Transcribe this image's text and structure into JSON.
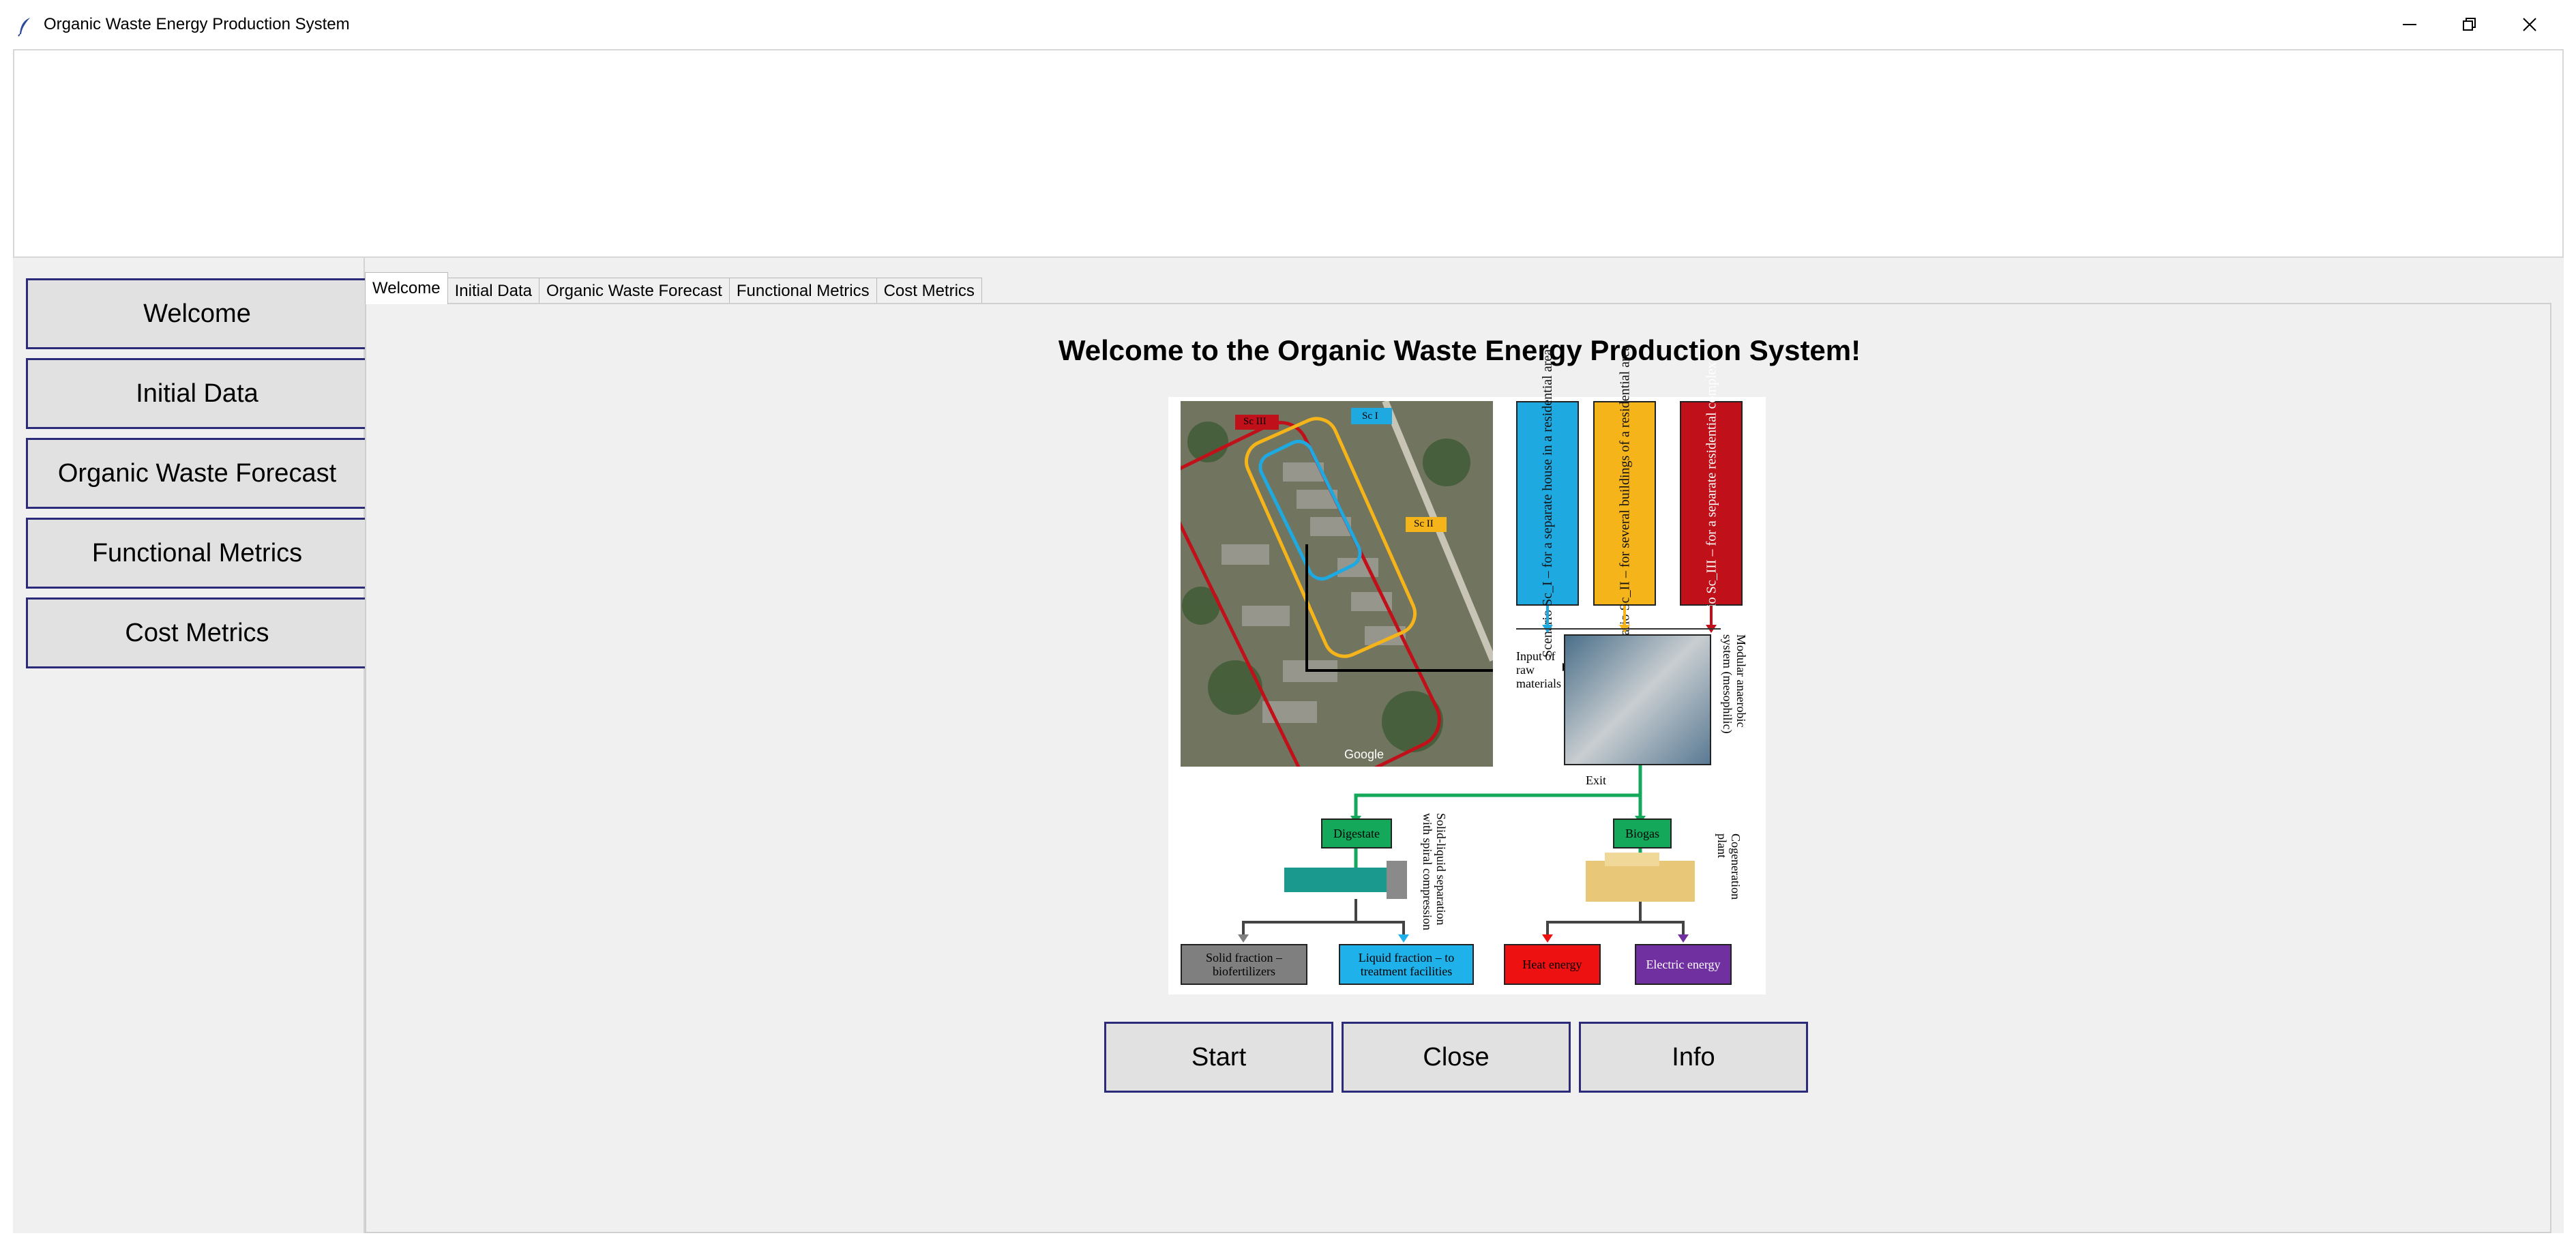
{
  "window": {
    "title": "Organic Waste Energy Production System",
    "controls": [
      "minimize-icon",
      "restore-icon",
      "close-icon"
    ]
  },
  "sidebar": {
    "items": [
      {
        "label": "Welcome"
      },
      {
        "label": "Initial Data"
      },
      {
        "label": "Organic Waste Forecast"
      },
      {
        "label": "Functional Metrics"
      },
      {
        "label": "Cost Metrics"
      }
    ]
  },
  "tabs": [
    {
      "label": "Welcome",
      "active": true
    },
    {
      "label": "Initial Data",
      "active": false
    },
    {
      "label": "Organic Waste Forecast",
      "active": false
    },
    {
      "label": "Functional Metrics",
      "active": false
    },
    {
      "label": "Cost Metrics",
      "active": false
    }
  ],
  "welcome": {
    "heading": "Welcome to the Organic Waste Energy Production System!",
    "diagram": {
      "map_tags": [
        "Sc III",
        "Sc I",
        "Sc II"
      ],
      "map_credit": "Google",
      "scenarios": [
        {
          "text": "Scenario Sc_I – for a separate house in a residential area",
          "color": "#1fa9e1"
        },
        {
          "text": "Scenario Sc_II – for several buildings of a residential area",
          "color": "#f5b41a"
        },
        {
          "text": "Scenario Sc_III – for a separate residential complex",
          "color": "#c0111a"
        }
      ],
      "input_label": "Input of raw materials",
      "system_label": "Modular anaerobic system (mesophilic)",
      "exit_label": "Exit",
      "digestate_label": "Digestate",
      "biogas_label": "Biogas",
      "separation_label": "Solid-liquid separation with spiral compression",
      "cogeneration_label": "Cogeneration plant",
      "outputs": [
        {
          "text": "Solid fraction – biofertilizers",
          "color": "#7f7f7f"
        },
        {
          "text": "Liquid fraction – to treatment facilities",
          "color": "#1fb1ea"
        },
        {
          "text": "Heat energy",
          "color": "#ee1111"
        },
        {
          "text": "Electric energy",
          "color": "#7030a0"
        }
      ]
    },
    "buttons": {
      "start": "Start",
      "close": "Close",
      "info": "Info"
    }
  }
}
